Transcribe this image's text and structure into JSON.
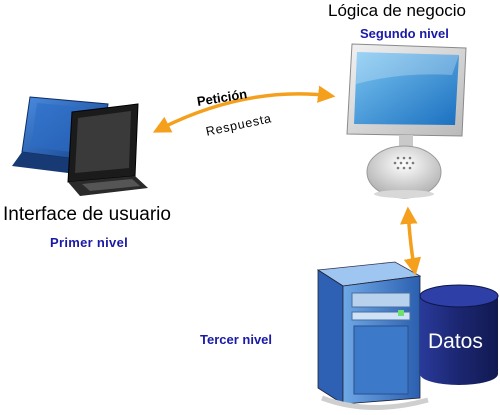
{
  "tiers": {
    "business": {
      "title": "Lógica de negocio",
      "level": "Segundo nivel"
    },
    "interface": {
      "title": "Interface de usuario",
      "level": "Primer nivel"
    },
    "data": {
      "level": "Tercer nivel",
      "db_label": "Datos"
    }
  },
  "arrows": {
    "request_label": "Petición",
    "response_label": "Respuesta"
  },
  "colors": {
    "arrow": "#f5a01c",
    "level_text": "#1a1aa6",
    "screen_blue": "#2f8fd8",
    "laptop_blue": "#1f5fb4",
    "database": "#1e2a78"
  }
}
